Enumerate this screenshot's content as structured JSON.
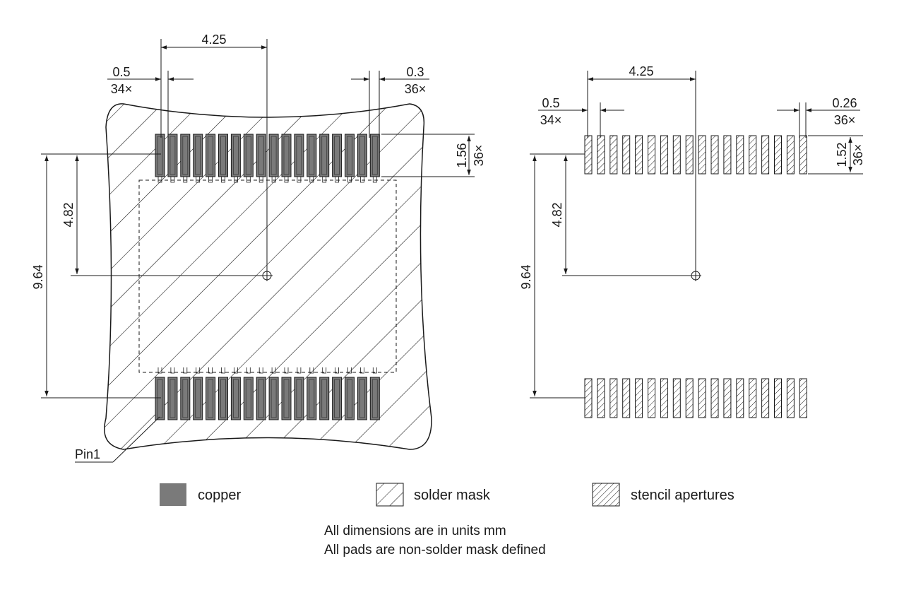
{
  "left_view": {
    "pitch_label": "4.25",
    "pad_width_label": "0.5",
    "pad_width_count": "34×",
    "gap_label": "0.3",
    "gap_count": "36×",
    "pad_height_label": "1.56",
    "pad_height_count": "36×",
    "half_span_label": "4.82",
    "full_span_label": "9.64",
    "pin_label": "Pin1"
  },
  "right_view": {
    "pitch_label": "4.25",
    "pad_width_label": "0.5",
    "pad_width_count": "34×",
    "gap_label": "0.26",
    "gap_count": "36×",
    "pad_height_label": "1.52",
    "pad_height_count": "36×",
    "half_span_label": "4.82",
    "full_span_label": "9.64"
  },
  "legend": {
    "copper": "copper",
    "solder_mask": "solder mask",
    "stencil": "stencil apertures"
  },
  "notes": {
    "line1": "All dimensions are in units mm",
    "line2": "All pads are non-solder mask defined"
  },
  "colors": {
    "copper": "#7a7a7a",
    "line": "#1a1a1a"
  }
}
